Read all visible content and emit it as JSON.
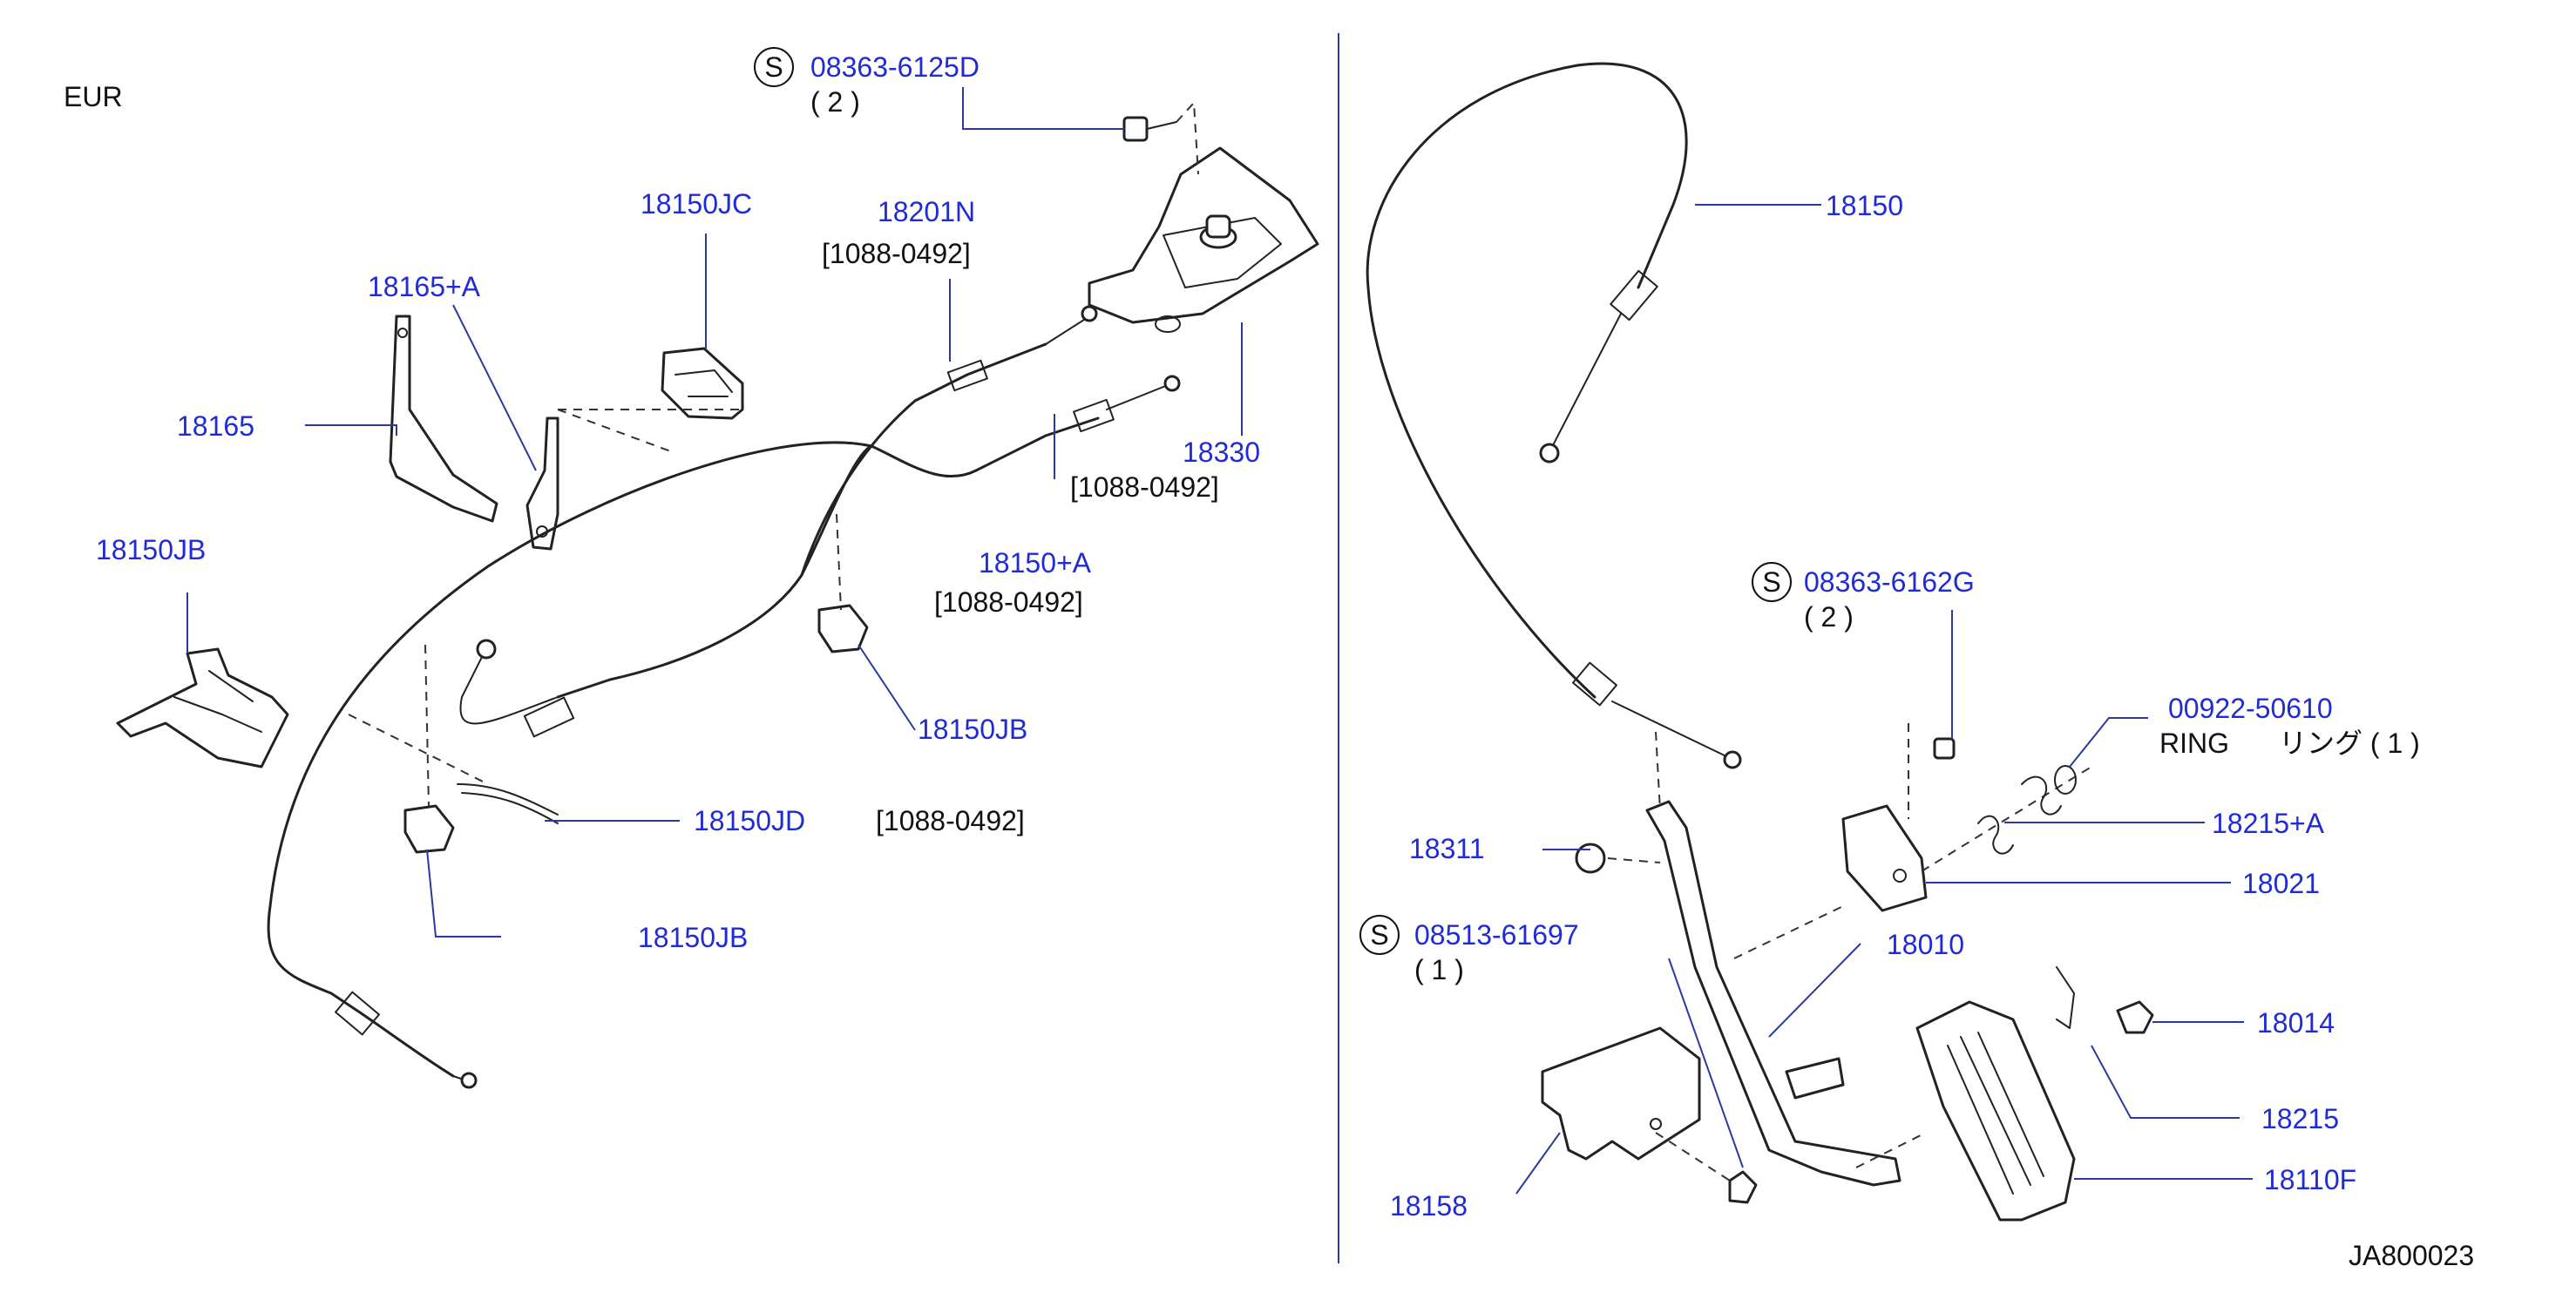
{
  "region_label": "EUR",
  "diagram_id": "JA800023",
  "screw_symbol": "S",
  "labels": {
    "p08363_6125D": "08363-6125D",
    "p08363_6125D_qty": "( 2 )",
    "p18150JC": "18150JC",
    "p18201N": "18201N",
    "p18201N_range": "[1088-0492]",
    "p18165A": "18165+A",
    "p18165": "18165",
    "p18330": "18330",
    "p18330_range": "[1088-0492]",
    "p18150A": "18150+A",
    "p18150A_range": "[1088-0492]",
    "p18150JB_left": "18150JB",
    "p18150JB_mid": "18150JB",
    "p18150JD": "18150JD",
    "p18150JD_range": "[1088-0492]",
    "p18150JB_low": "18150JB",
    "p18150": "18150",
    "p08363_6162G": "08363-6162G",
    "p08363_6162G_qty": "( 2 )",
    "p00922_50610": "00922-50610",
    "ring_en": "RING",
    "ring_jp": "リング ( 1 )",
    "p18215A": "18215+A",
    "p18311": "18311",
    "p18021": "18021",
    "p08513_61697": "08513-61697",
    "p08513_61697_qty": "( 1 )",
    "p18010": "18010",
    "p18014": "18014",
    "p18215": "18215",
    "p18158": "18158",
    "p18110F": "18110F"
  },
  "colors": {
    "part_number": "#1f2bd6",
    "leader_line": "#2a3a9e",
    "drawing": "#222222",
    "divider": "#2a3a9e"
  }
}
